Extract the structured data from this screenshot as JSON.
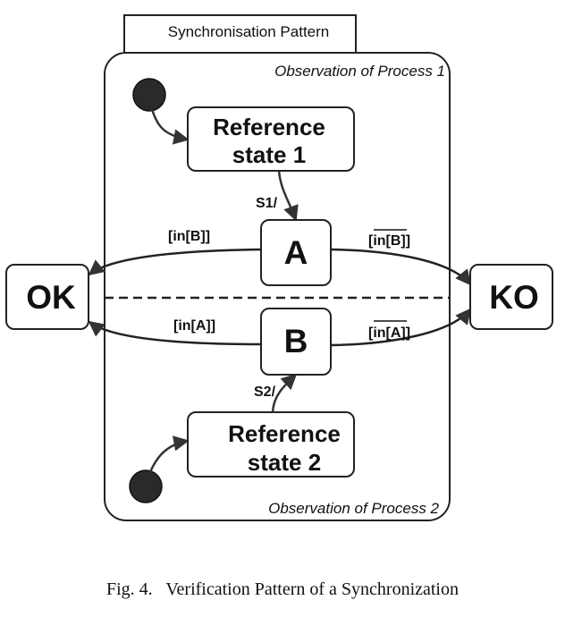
{
  "pattern": {
    "title": "Synchronisation Pattern",
    "observation_1": "Observation of Process 1",
    "observation_2": "Observation of Process 2"
  },
  "states": {
    "ref1_line1": "Reference",
    "ref1_line2": "state 1",
    "ref2_line1": "Reference",
    "ref2_line2": "state 2",
    "a": "A",
    "b": "B",
    "ok": "OK",
    "ko": "KO"
  },
  "transitions": {
    "s1": "S1/",
    "s2": "S2/",
    "a_to_ok": "[in[B]]",
    "a_to_ko": "[in[B]]",
    "b_to_ok": "[in[A]]",
    "b_to_ko": "[in[A]]",
    "a_to_ko_negated": true,
    "b_to_ko_negated": true
  },
  "caption": {
    "label": "Fig. 4.",
    "text": "Verification Pattern of a Synchronization"
  }
}
